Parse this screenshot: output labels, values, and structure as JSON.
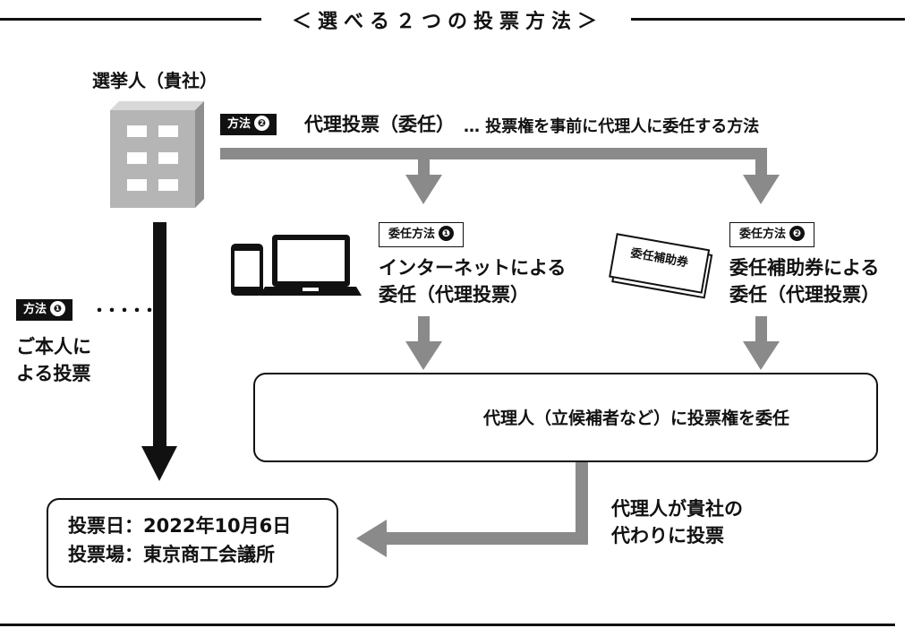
{
  "header": {
    "title": "＜選べる２つの投票方法＞"
  },
  "voter": {
    "label": "選挙人（貴社）",
    "icon": "building-icon"
  },
  "method2": {
    "tag_label": "方法",
    "tag_num": "❷",
    "title": "代理投票（委任）",
    "description": "… 投票権を事前に代理人に委任する方法"
  },
  "option1": {
    "tag_label": "委任方法",
    "tag_num": "❶",
    "line1": "インターネットによる",
    "line2": "委任（代理投票）",
    "icon": "devices-icon"
  },
  "option2": {
    "tag_label": "委任方法",
    "tag_num": "❷",
    "line1": "委任補助券による",
    "line2": "委任（代理投票）",
    "card_text": "委任補助券"
  },
  "method1": {
    "tag_label": "方法",
    "tag_num": "❶",
    "dots": "・・・・・・",
    "line1": "ご本人に",
    "line2": "よる投票"
  },
  "proxy": {
    "text": "代理人（立候補者など）に投票権を委任"
  },
  "proxy_note": {
    "line1": "代理人が貴社の",
    "line2": "代わりに投票"
  },
  "venue": {
    "date_line": "投票日：2022年10月6日",
    "place_line": "投票場：東京商工会議所"
  },
  "colors": {
    "arrow_gray": "#8a8a8a",
    "building_gray": "#b5b5b5",
    "dark_building": "#6e6e6e",
    "black": "#111111"
  }
}
